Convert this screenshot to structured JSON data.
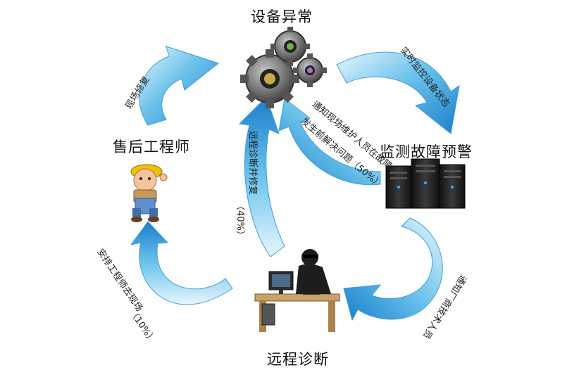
{
  "nodes": {
    "equipment_abnormal": "设备异常",
    "monitor_alert": "监测故障预警",
    "remote_diagnosis": "远程诊断",
    "after_sales_engineer": "售后工程师"
  },
  "arrows": {
    "realtime_monitor": "实时监控设备状态",
    "notify_vendor": "通知厂商技术人员",
    "dispatch_engineer_line1": "安排工程师去现场",
    "dispatch_engineer_line2": "（10%）",
    "onsite_repair": "现场修复",
    "remote_repair_line1": "远程诊断并修复",
    "remote_repair_line2": "（40%）",
    "notify_onsite_line1": "通知现场维护人员在故障",
    "notify_onsite_line2": "发生前解决问题（50%）"
  },
  "colors": {
    "arrow_light": "#dff3fc",
    "arrow_mid": "#5cbbe8",
    "arrow_dark": "#1f86cf",
    "gear": "#7a7a7a",
    "server": "#2a2a2a"
  }
}
